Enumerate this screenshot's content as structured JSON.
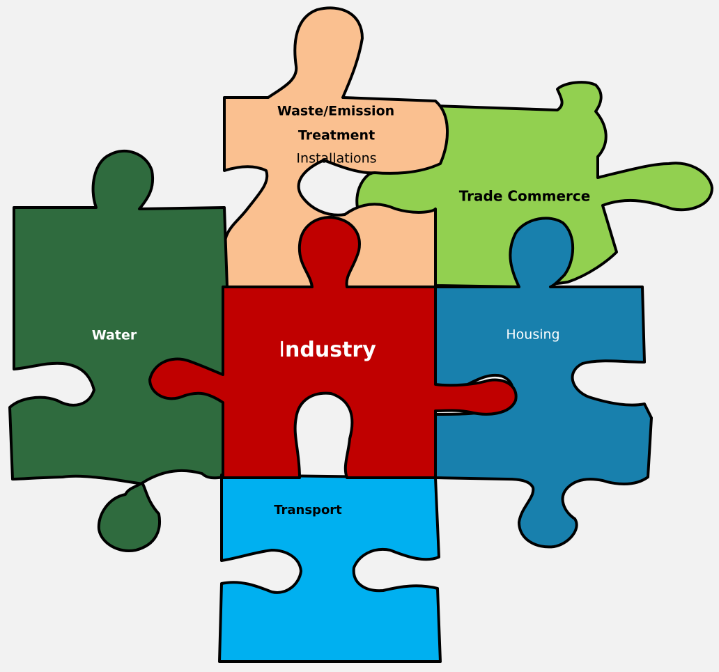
{
  "pieces": {
    "waste": {
      "line1": "Waste/Emission",
      "line2": "Treatment",
      "line3": "Installations",
      "color": "#fac090"
    },
    "trade": {
      "label": "Trade  Commerce",
      "color": "#92d050"
    },
    "water": {
      "label": "Water",
      "color": "#2f6b3e"
    },
    "industry": {
      "prefix": "I",
      "rest": "ndustry",
      "color": "#c00000"
    },
    "housing": {
      "label": "Housing",
      "color": "#1880ad"
    },
    "transport": {
      "label": "Transport",
      "color": "#00b0f0"
    }
  }
}
